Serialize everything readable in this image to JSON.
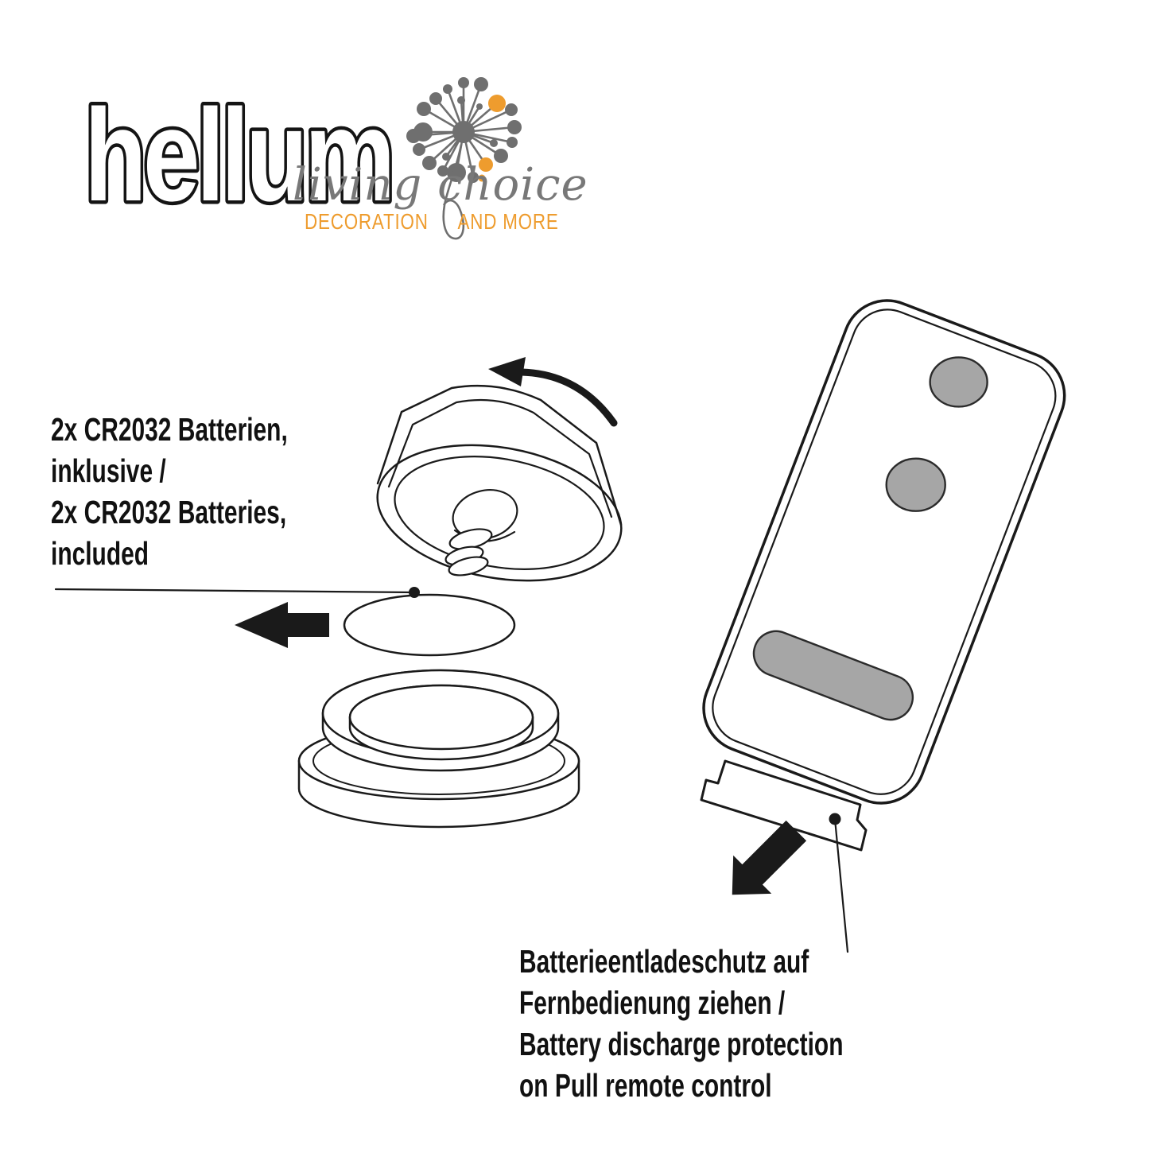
{
  "logo": {
    "brand": "hellum",
    "script": "living choice",
    "subtitle_part1": "DECORATION",
    "subtitle_part2": "AND MORE"
  },
  "annotations": {
    "battery_note": {
      "lines": [
        "2x CR2032 Batterien,",
        "inklusive /",
        "2x CR2032 Batteries,",
        "included"
      ]
    },
    "pull_tab_note": {
      "lines": [
        "Batterieentladeschutz auf",
        "Fernbedienung ziehen /",
        "Battery discharge protection",
        "on Pull remote control"
      ]
    }
  },
  "illustration": {
    "icons": {
      "logo_flower": "dandelion-icon",
      "unscrew_arrow": "curved-arrow-counterclockwise-icon",
      "remove_battery_arrow": "block-arrow-left-icon",
      "pull_tab_arrow": "block-arrow-down-left-icon"
    },
    "colors": {
      "outline": "#1a1a1a",
      "button_gray": "#a6a6a6",
      "logo_orange": "#ee9c2e",
      "logo_gray": "#6f6f6f",
      "script_gray": "#787878"
    }
  }
}
